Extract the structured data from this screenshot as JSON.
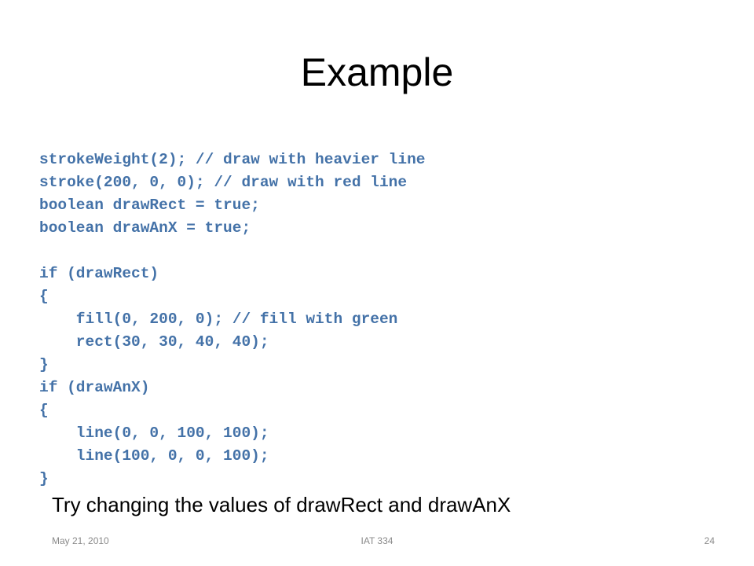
{
  "slide": {
    "title": "Example",
    "code_lines": [
      "strokeWeight(2); // draw with heavier line",
      "stroke(200, 0, 0); // draw with red line",
      "boolean drawRect = true;",
      "boolean drawAnX = true;",
      "",
      "if (drawRect)",
      "{",
      "    fill(0, 200, 0); // fill with green",
      "    rect(30, 30, 40, 40);",
      "}",
      "if (drawAnX)",
      "{",
      "    line(0, 0, 100, 100);",
      "    line(100, 0, 0, 100);",
      "}"
    ],
    "note": "Try changing the values of drawRect and drawAnX"
  },
  "footer": {
    "date": "May 21, 2010",
    "course": "IAT 334",
    "page": "24"
  },
  "colors": {
    "code_text": "#4472a8",
    "footer_text": "#8a8a8a"
  }
}
